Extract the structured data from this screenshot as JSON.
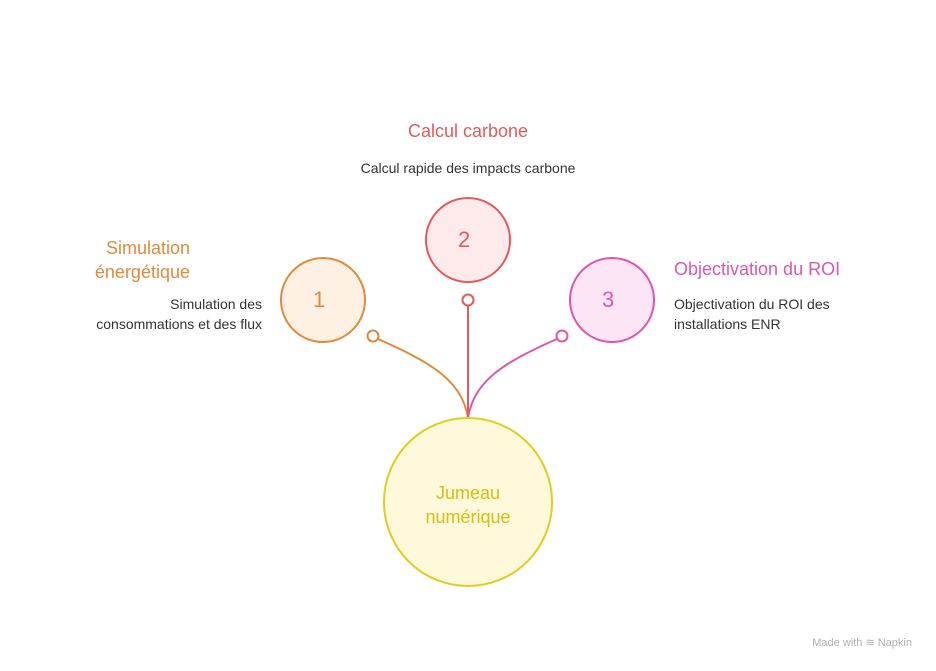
{
  "center": {
    "label_line1": "Jumeau",
    "label_line2": "numérique",
    "color": "#D8BE10"
  },
  "items": [
    {
      "number": "1",
      "title_line1": "Simulation",
      "title_line2": "énergétique",
      "desc_line1": "Simulation des",
      "desc_line2": "consommations et des flux",
      "color": "#E08A3C"
    },
    {
      "number": "2",
      "title": "Calcul carbone",
      "desc": "Calcul rapide des impacts carbone",
      "color": "#E45A5A"
    },
    {
      "number": "3",
      "title": "Objectivation du ROI",
      "desc_line1": "Objectivation du ROI des",
      "desc_line2": "installations ENR",
      "color": "#E055AE"
    }
  ],
  "watermark": {
    "prefix": "Made with",
    "brand": "Napkin"
  }
}
